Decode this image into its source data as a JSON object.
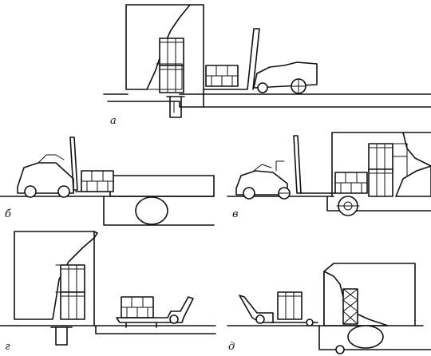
{
  "figure": {
    "panels": [
      {
        "id": "a",
        "label": "а"
      },
      {
        "id": "b",
        "label": "б"
      },
      {
        "id": "v",
        "label": "в"
      },
      {
        "id": "g",
        "label": "г"
      },
      {
        "id": "d",
        "label": "д"
      }
    ]
  }
}
